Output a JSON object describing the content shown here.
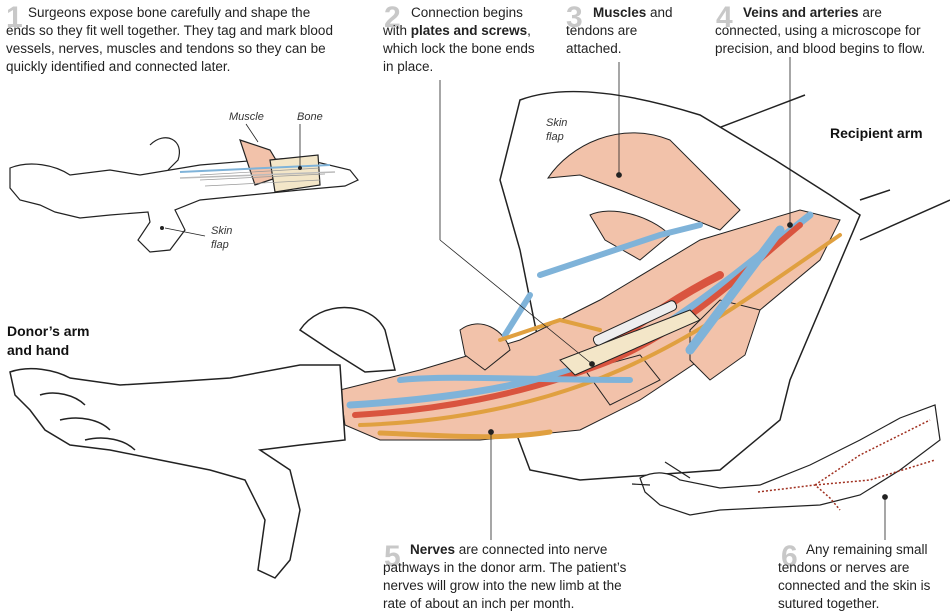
{
  "steps": [
    {
      "number": "1",
      "text": "Surgeons expose bone carefully and shape the ends so they fit well together. They tag and mark blood vessels, nerves, muscles and tendons so they can be quickly identified and connected later."
    },
    {
      "number": "2",
      "pre": "Connection begins with ",
      "bold1": "plates and screws",
      "post": ", which lock the bone ends in place."
    },
    {
      "number": "3",
      "bold": "Muscles",
      "post": " and tendons are attached."
    },
    {
      "number": "4",
      "bold": "Veins and arteries",
      "post": " are connected, using a microscope for precision, and blood begins to flow."
    },
    {
      "number": "5",
      "bold": "Nerves",
      "post": " are connected into nerve pathways in the donor arm. The patient’s nerves will grow into the new limb at the rate of about an inch per month."
    },
    {
      "number": "6",
      "text": "Any remaining small tendons or nerves are connected and the skin is sutured together."
    }
  ],
  "labels": {
    "recipient": "Recipient arm",
    "donor_line1": "Donor’s arm",
    "donor_line2": "and hand",
    "muscle": "Muscle",
    "bone": "Bone",
    "skin_flap_small_1": "Skin",
    "skin_flap_small_2": "flap",
    "skin_flap_large_1": "Skin",
    "skin_flap_large_2": "flap"
  },
  "colors": {
    "muscle": "#f2c2aa",
    "artery": "#d9543f",
    "vein": "#7fb3d9",
    "nerve": "#e0a040",
    "bone": "#f3e6c8",
    "outline": "#222222",
    "step_number": "#c8c8c8",
    "suture": "#a03020"
  }
}
